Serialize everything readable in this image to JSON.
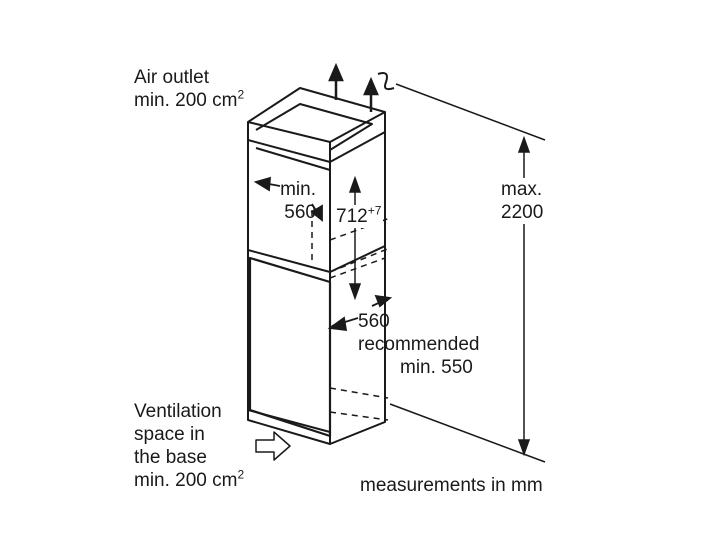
{
  "labels": {
    "air_outlet_line1": "Air outlet",
    "air_outlet_line2": "min. 200 cm",
    "air_outlet_exp": "2",
    "width_min_line1": "min.",
    "width_min_line2": "560",
    "niche_height": "712",
    "niche_height_tol": "+7",
    "max_height_line1": "max.",
    "max_height_line2": "2200",
    "depth_value": "560",
    "depth_rec_line1": "recommended",
    "depth_rec_line2": "min. 550",
    "vent_line1": "Ventilation",
    "vent_line2": "space in",
    "vent_line3": "the base",
    "vent_line4": "min. 200 cm",
    "vent_exp": "2",
    "units_note": "measurements in mm"
  }
}
